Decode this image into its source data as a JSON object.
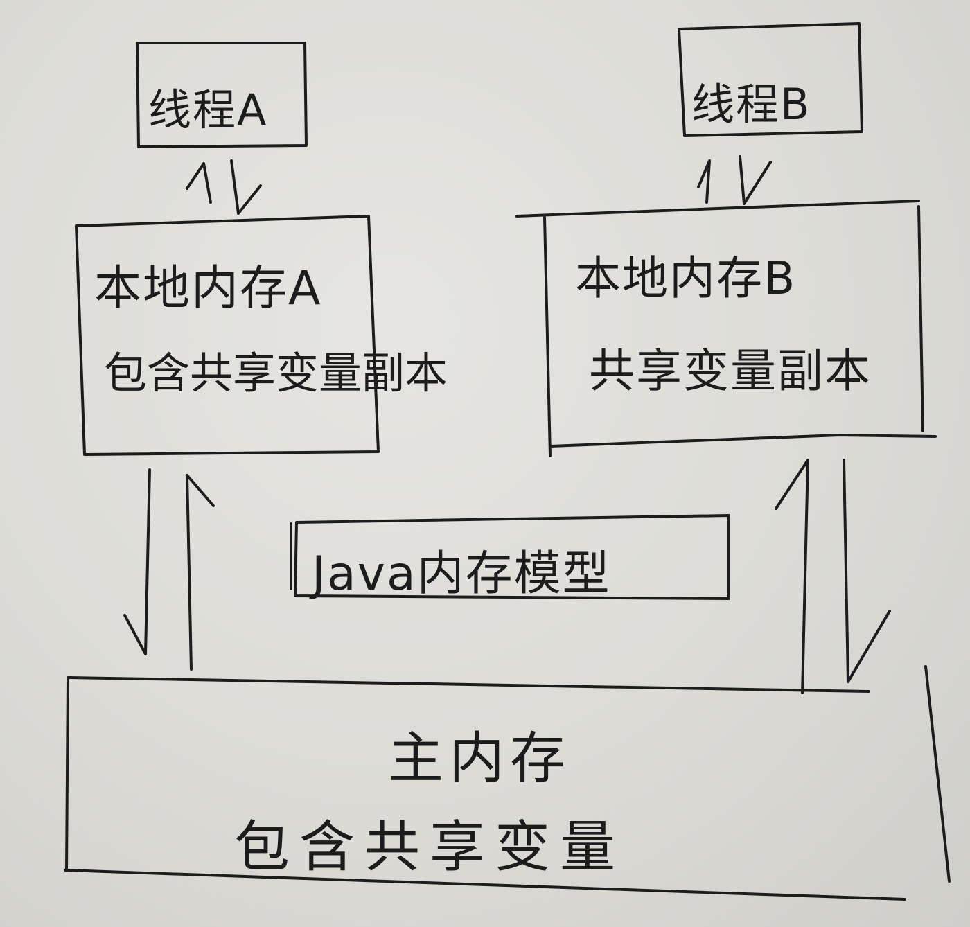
{
  "thread_a": {
    "label": "线程A"
  },
  "thread_b": {
    "label": "线程B"
  },
  "local_memory_a": {
    "title": "本地内存A",
    "subtitle": "包含共享变量副本"
  },
  "local_memory_b": {
    "title": "本地内存B",
    "subtitle": "共享变量副本"
  },
  "java_memory_model": {
    "label": "Java内存模型"
  },
  "main_memory": {
    "title": "主内存",
    "subtitle": "包含共享变量"
  },
  "colors": {
    "ink": "#1c1c1c",
    "paper": "#dcdbd6"
  }
}
